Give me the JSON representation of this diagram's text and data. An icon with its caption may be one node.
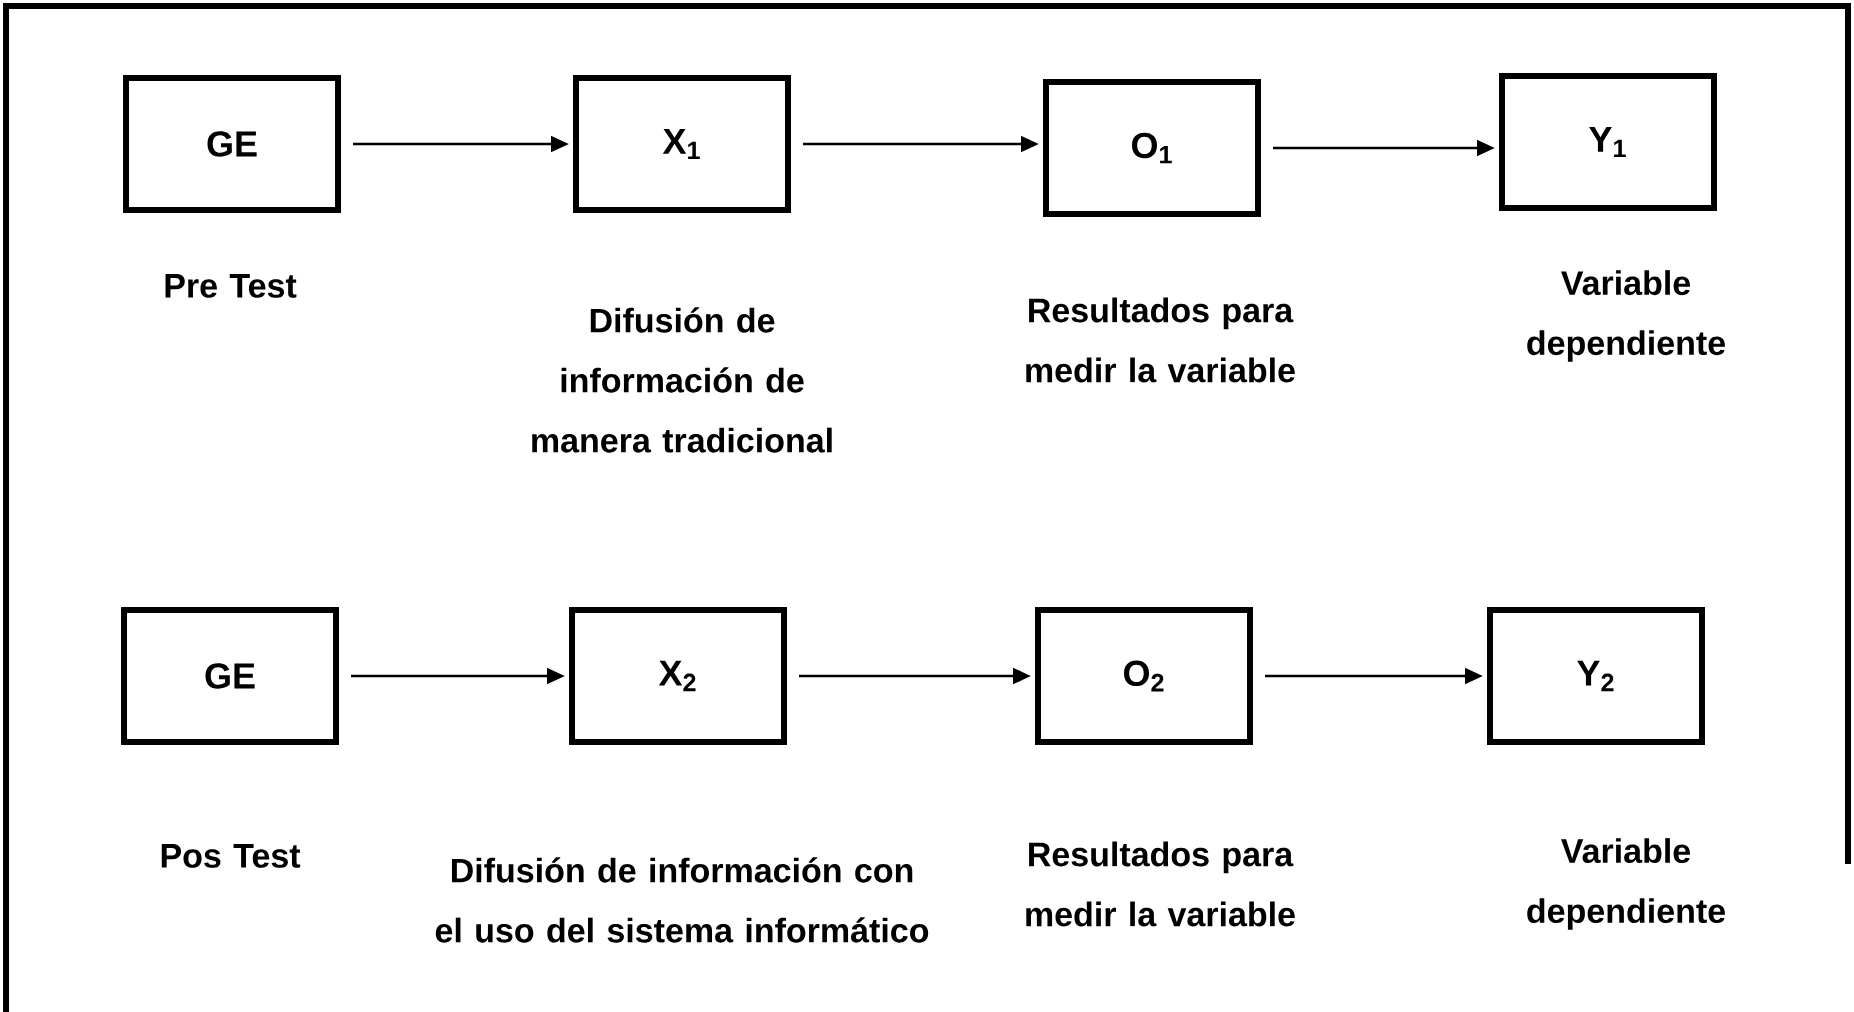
{
  "diagram": {
    "nodes": [
      {
        "text": [
          "GE"
        ],
        "beside": [
          "Pre Test"
        ]
      },
      {
        "text": [
          "X$_{1}$"
        ],
        "beside": [
          "Difusión de información de manera tradicional"
        ]
      },
      {
        "text": [
          "O$_{1}$"
        ],
        "beside": [
          "Resultados para medir la variable"
        ]
      },
      {
        "text": [
          "Y$_{1}$"
        ],
        "beside": [
          "Variable dependiente"
        ]
      },
      {
        "text": [
          "GE"
        ],
        "beside": [
          "Pos Test"
        ]
      },
      {
        "text": [
          "X$_{2}$"
        ],
        "beside": [
          "Difusión de información con el uso del sistema informático"
        ]
      },
      {
        "text": [
          "O$_{2}$"
        ],
        "beside": [
          "Resultados para medir la variable"
        ]
      },
      {
        "text": [
          "Y$_{2}$"
        ],
        "beside": [
          "Variable dependiente"
        ]
      }
    ],
    "edges": [
      {
        "from": 0,
        "to": 1,
        "arrow": "to"
      },
      {
        "from": 1,
        "to": 2,
        "arrow": "to"
      },
      {
        "from": 2,
        "to": 3,
        "arrow": "to"
      },
      {
        "from": 4,
        "to": 5,
        "arrow": "to"
      },
      {
        "from": 5,
        "to": 6,
        "arrow": "to"
      },
      {
        "from": 6,
        "to": 7,
        "arrow": "to"
      }
    ]
  }
}
